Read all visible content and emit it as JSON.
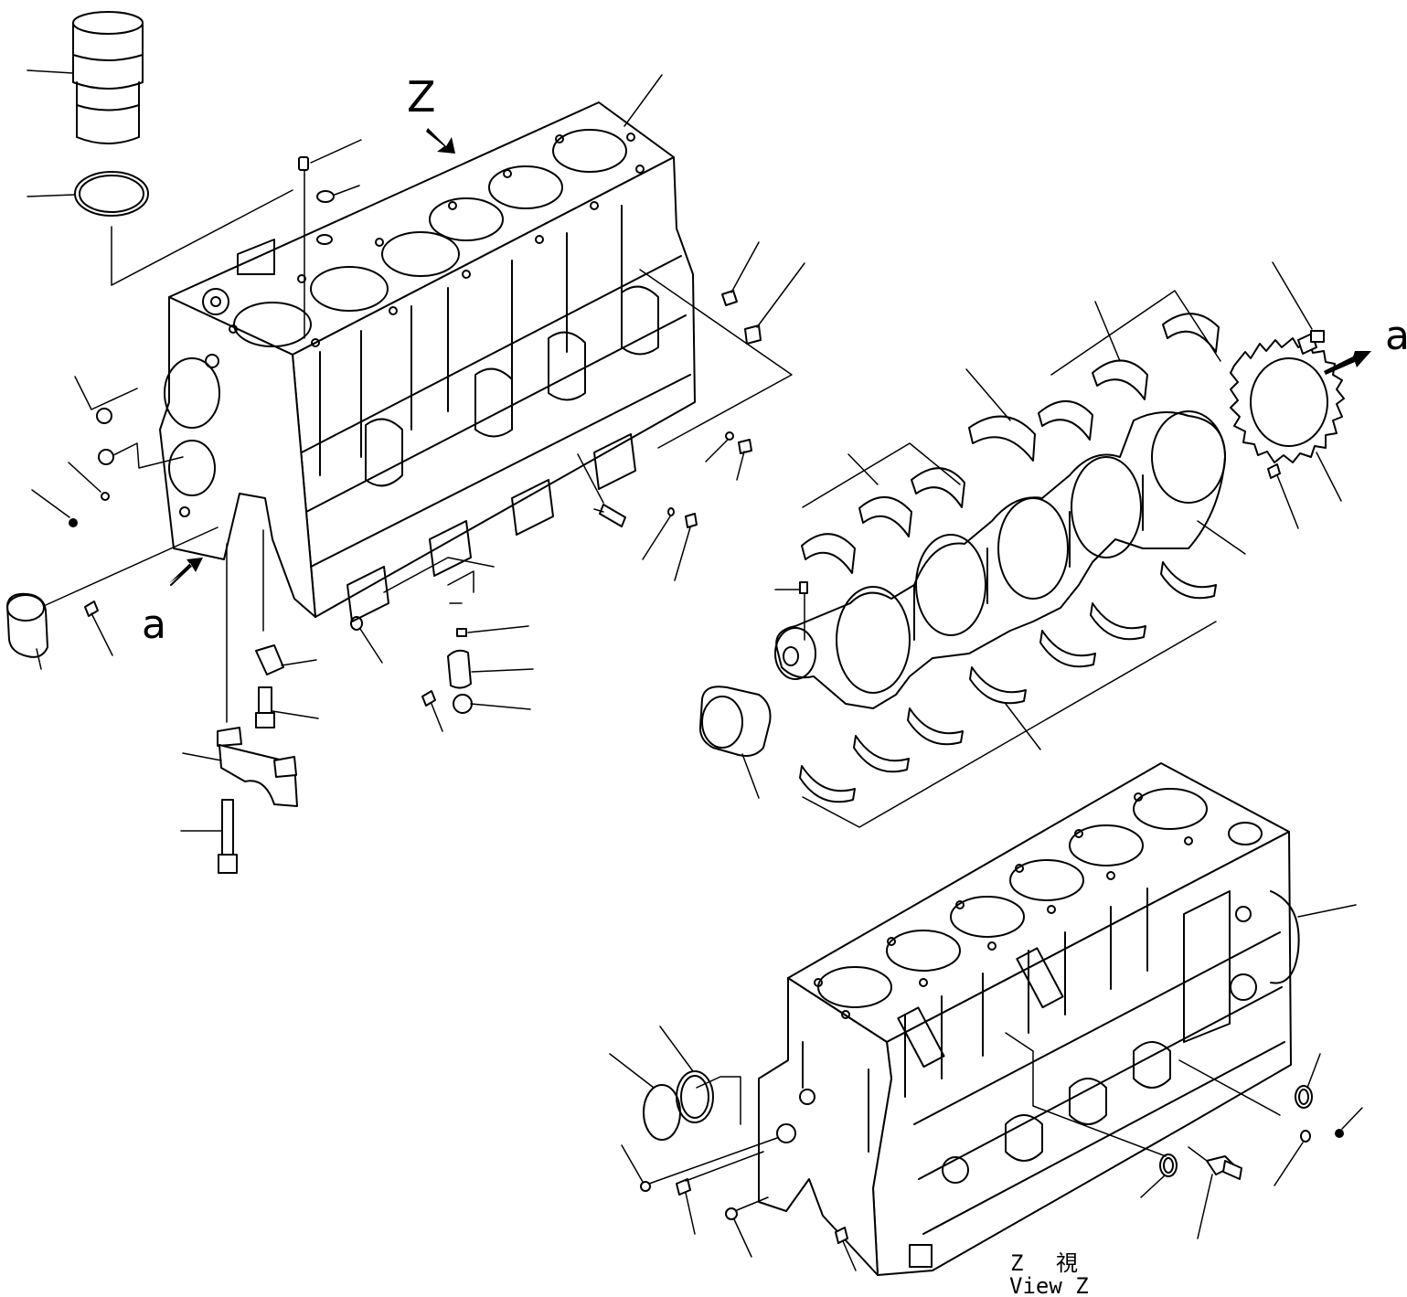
{
  "labels": {
    "view_letter": "Z",
    "marker_left": "a",
    "marker_right": "a",
    "view_caption_jp_letter": "Z",
    "view_caption_jp_kanji": "視",
    "view_caption_en": "View Z"
  }
}
